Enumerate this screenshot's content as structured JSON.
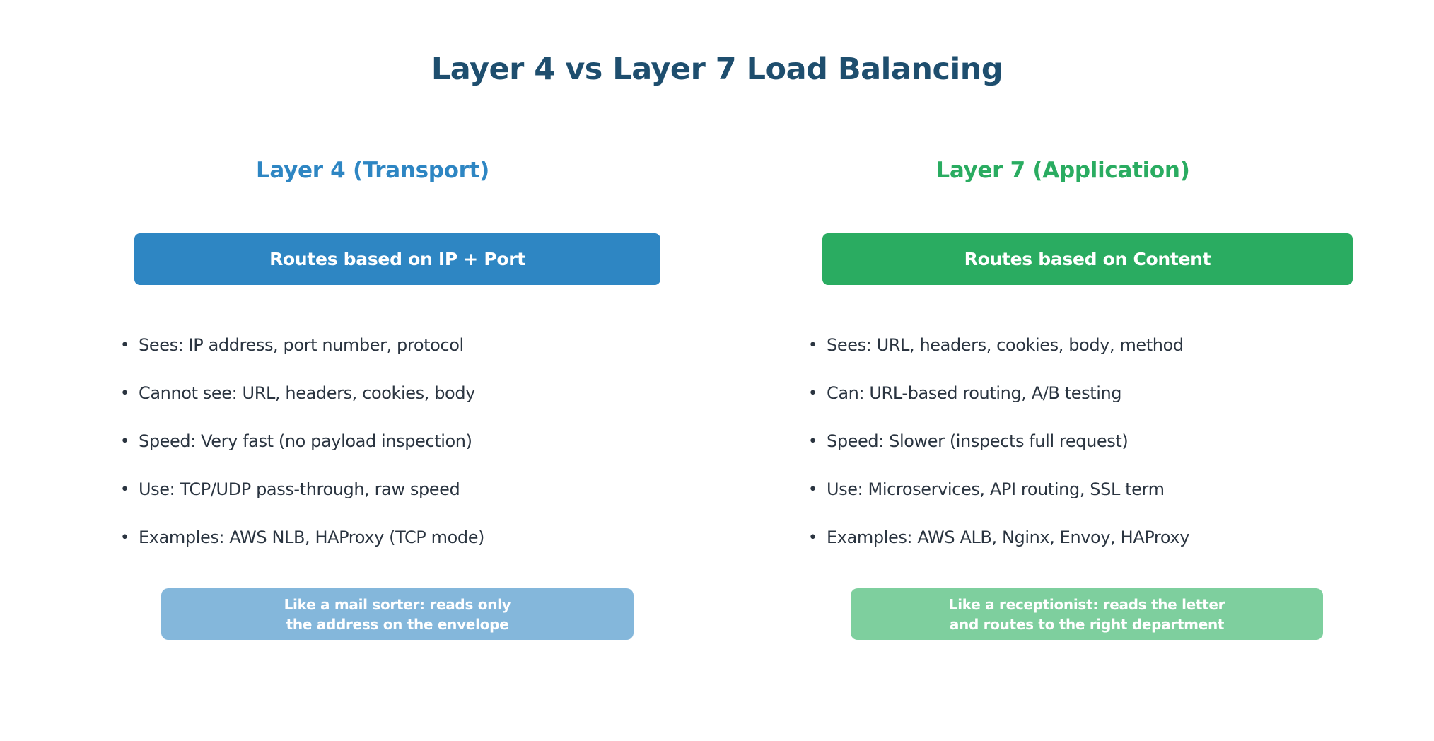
{
  "title": "Layer 4 vs Layer 7 Load Balancing",
  "bullet_glyph": "•",
  "colors": {
    "title_text": "#1e4e6e",
    "layer4_accent": "#2e86c3",
    "layer4_light": "#84b7db",
    "layer7_accent": "#2aac61",
    "layer7_light": "#7ecf9e",
    "bullet_text": "#2a3440",
    "background": "#ffffff"
  },
  "columns": [
    {
      "id": "layer4",
      "heading": "Layer 4 (Transport)",
      "banner": "Routes based on IP + Port",
      "bullets": [
        "Sees: IP address, port number, protocol",
        "Cannot see: URL, headers, cookies, body",
        "Speed: Very fast (no payload inspection)",
        "Use: TCP/UDP pass-through, raw speed",
        "Examples: AWS NLB, HAProxy (TCP mode)"
      ],
      "analogy": {
        "line1": "Like a mail sorter: reads only",
        "line2": "the address on the envelope"
      }
    },
    {
      "id": "layer7",
      "heading": "Layer 7 (Application)",
      "banner": "Routes based on Content",
      "bullets": [
        "Sees: URL, headers, cookies, body, method",
        "Can: URL-based routing, A/B testing",
        "Speed: Slower (inspects full request)",
        "Use: Microservices, API routing, SSL term",
        "Examples: AWS ALB, Nginx, Envoy, HAProxy"
      ],
      "analogy": {
        "line1": "Like a receptionist: reads the letter",
        "line2": "and routes to the right department"
      }
    }
  ]
}
